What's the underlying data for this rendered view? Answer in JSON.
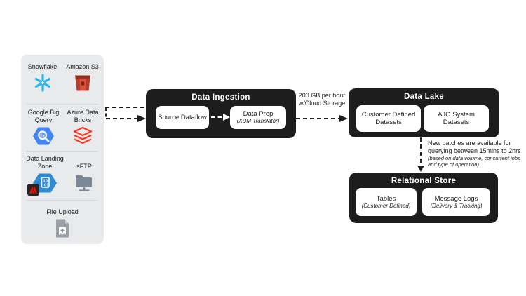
{
  "diagram": {
    "sidebar": {
      "sources": [
        {
          "label": "Snowflake"
        },
        {
          "label": "Amazon S3"
        },
        {
          "label": "Google Big Query"
        },
        {
          "label": "Azure Data Bricks"
        },
        {
          "label": "Data Landing Zone"
        },
        {
          "label": "sFTP"
        },
        {
          "label": "File Upload"
        }
      ]
    },
    "data_ingestion": {
      "title": "Data Ingestion",
      "nodes": [
        {
          "label": "Source Dataflow",
          "sublabel": ""
        },
        {
          "label": "Data Prep",
          "sublabel": "(XDM Translator)"
        }
      ]
    },
    "data_lake": {
      "title": "Data Lake",
      "nodes": [
        {
          "label": "Customer Defined Datasets",
          "sublabel": ""
        },
        {
          "label": "AJO System Datasets",
          "sublabel": ""
        }
      ]
    },
    "relational_store": {
      "title": "Relational Store",
      "nodes": [
        {
          "label": "Tables",
          "sublabel": "(Customer Defined)"
        },
        {
          "label": "Message Logs",
          "sublabel": "(Delivery & Tracking)"
        }
      ]
    },
    "annotations": {
      "throughput_line1": "200 GB per hour",
      "throughput_line2": "w/Cloud Storage",
      "batch_note_main": "New batches are available for querying between 15mins to 2hrs",
      "batch_note_detail": "(based on data volume, concurrent jobs and type of operation)"
    },
    "colors": {
      "container_black": "#1d1d1d",
      "sidebar_gray": "#e8eaec",
      "snowflake_blue": "#29b5e8",
      "s3_red": "#df5441",
      "bigquery_blue": "#4285f4",
      "databricks_red": "#ff3621",
      "landing_zone_blue": "#2e8ad3",
      "adobe_red": "#eb1000",
      "sftp_gray": "#7d8896",
      "file_upload_gray": "#9aa0a6"
    }
  }
}
